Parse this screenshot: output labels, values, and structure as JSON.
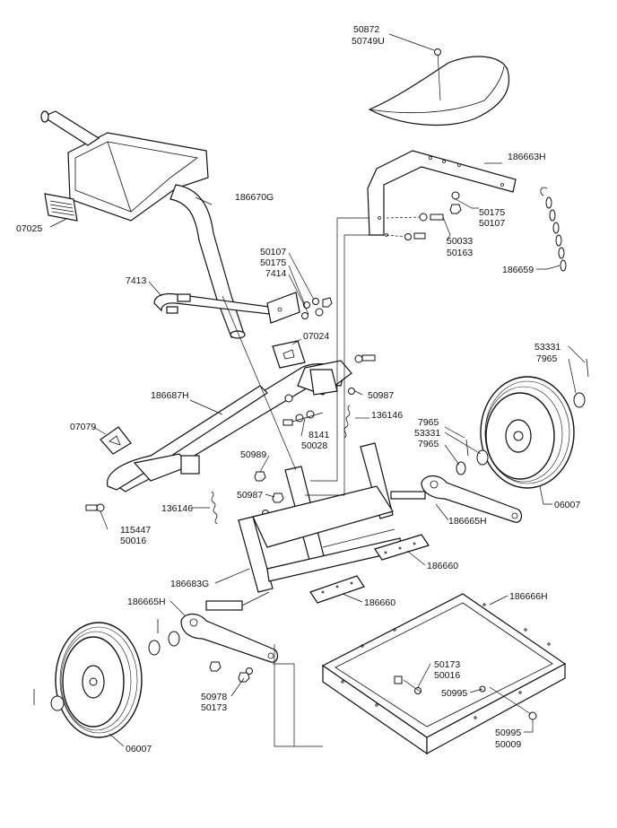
{
  "labels": {
    "l50872": "50872",
    "l50749U": "50749U",
    "l186663H": "186663H",
    "l50175a": "50175",
    "l50107a": "50107",
    "l50033": "50033",
    "l50163": "50163",
    "l186659": "186659",
    "l186670G": "186670G",
    "l07025": "07025",
    "l50107b": "50107",
    "l50175b": "50175",
    "l7414": "7414",
    "l7413": "7413",
    "l07024": "07024",
    "l53331a": "53331",
    "l7965a": "7965",
    "l186687H": "186687H",
    "l50987a": "50987",
    "l136146a": "136146",
    "l07079": "07079",
    "l8141": "8141",
    "l50028": "50028",
    "l7965b": "7965",
    "l53331b": "53331",
    "l7965c": "7965",
    "l50989": "50989",
    "l50987b": "50987",
    "l06007a": "06007",
    "l136146b": "136146",
    "l115447": "115447",
    "l50016a": "50016",
    "l186665Ha": "186665H",
    "l186660a": "186660",
    "l186683G": "186683G",
    "l186660b": "186660",
    "l186665Hb": "186665H",
    "l186666H": "186666H",
    "l50173a": "50173",
    "l50016b": "50016",
    "l50995a": "50995",
    "l50978": "50978",
    "l50173b": "50173",
    "l50995b": "50995",
    "l50009": "50009",
    "l06007b": "06007"
  },
  "icons": {
    "hardware": "bolt-nut-washer-icon",
    "chain": "chain-icon",
    "spring": "spring-icon",
    "decal": "decal-icon"
  }
}
